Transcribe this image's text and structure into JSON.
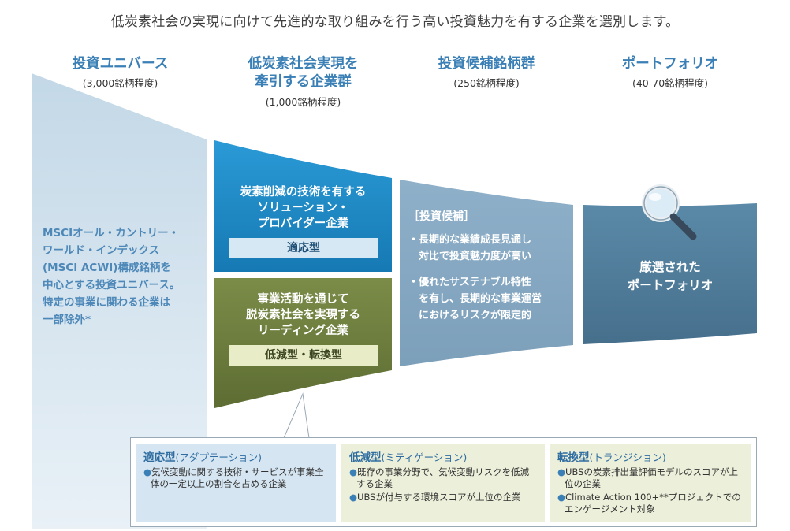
{
  "headline": "低炭素社会の実現に向けて先進的な取り組みを行う高い投資魅力を有する企業を選別します。",
  "columns": [
    {
      "title": "投資ユニバース",
      "title2": "",
      "sub": "(3,000銘柄程度)"
    },
    {
      "title": "低炭素社会実現を",
      "title2": "牽引する企業群",
      "sub": "(1,000銘柄程度)"
    },
    {
      "title": "投資候補銘柄群",
      "title2": "",
      "sub": "(250銘柄程度)"
    },
    {
      "title": "ポートフォリオ",
      "title2": "",
      "sub": "(40-70銘柄程度)"
    }
  ],
  "universe_text": [
    "MSCIオール・カントリー・",
    "ワールド・インデックス",
    "(MSCI ACWI)構成銘柄を",
    "中心とする投資ユニバース。",
    "特定の事業に関わる企業は",
    "一部除外*"
  ],
  "adaptation_box": {
    "title_lines": [
      "炭素削減の技術を有する",
      "ソリューション・",
      "プロバイダー企業"
    ],
    "tag": "適応型"
  },
  "mitigation_box": {
    "title_lines": [
      "事業活動を通じて",
      "脱炭素社会を実現する",
      "リーディング企業"
    ],
    "tag": "低減型・転換型"
  },
  "candidate": {
    "heading": "［投資候補］",
    "items": [
      [
        "・長期的な業績成長見通し",
        "　対比で投資魅力度が高い"
      ],
      [
        "・優れたサステナブル特性",
        "　を有し、長期的な事業運営",
        "　におけるリスクが限定的"
      ]
    ]
  },
  "portfolio": {
    "lines": [
      "厳選された",
      "ポートフォリオ"
    ],
    "icon": "magnifier-icon"
  },
  "legend": [
    {
      "title": "適応型",
      "paren": "(アダプテーション)",
      "items": [
        "気候変動に関する技術・サービスが事業全体の一定以上の割合を占める企業"
      ]
    },
    {
      "title": "低減型",
      "paren": "(ミティゲーション)",
      "items": [
        "既存の事業分野で、気候変動リスクを低減する企業",
        "UBSが付与する環境スコアが上位の企業"
      ]
    },
    {
      "title": "転換型",
      "paren": "(トランジション)",
      "items": [
        "UBSの炭素排出量評価モデルのスコアが上位の企業",
        "Climate Action 100+**プロジェクトでのエンゲージメント対象"
      ]
    }
  ],
  "colors": {
    "universe": "#d3e2ec",
    "adaptation": "#1d8ac6",
    "mitigation": "#6e7f3e",
    "candidate": "#8aa9c2",
    "portfolio": "#4f7d9b",
    "adaptation_tag": "#d6e8f3",
    "mitigation_tag": "#e8edc8",
    "legend_blue": "#d5e5f1",
    "legend_green": "#ecefd9"
  }
}
